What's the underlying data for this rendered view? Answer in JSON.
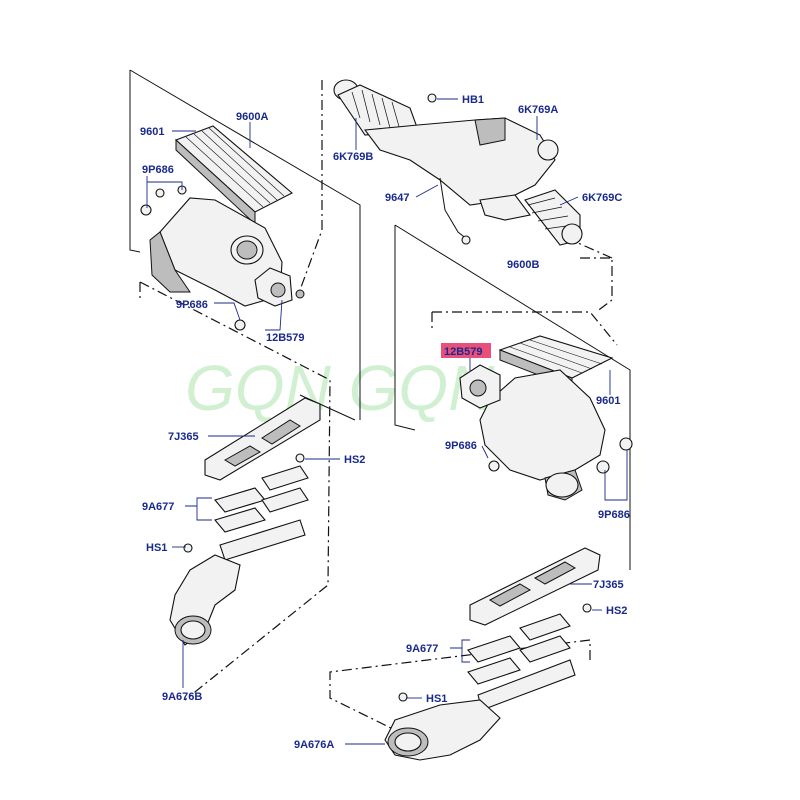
{
  "watermark": "GQN GQN",
  "labels": {
    "l_9600A": "9600A",
    "l_9601_top": "9601",
    "l_9P686_top": "9P686",
    "l_9P686_mid": "9P686",
    "l_12B579_top": "12B579",
    "l_HB1": "HB1",
    "l_6K769A": "6K769A",
    "l_6K769B": "6K769B",
    "l_9647": "9647",
    "l_6K769C": "6K769C",
    "l_9600B": "9600B",
    "l_12B579_right": "12B579",
    "l_9601_right": "9601",
    "l_9P686_right1": "9P686",
    "l_9P686_right2": "9P686",
    "l_7J365_left": "7J365",
    "l_HS2_left": "HS2",
    "l_9A677_left": "9A677",
    "l_HS1_left": "HS1",
    "l_9A676B": "9A676B",
    "l_7J365_right": "7J365",
    "l_HS2_right": "HS2",
    "l_9A677_right": "9A677",
    "l_HS1_right": "HS1",
    "l_9A676A": "9A676A"
  },
  "colors": {
    "label": "#1a2a8c",
    "highlight": "#e8507a",
    "watermark": "#7dd67d"
  }
}
